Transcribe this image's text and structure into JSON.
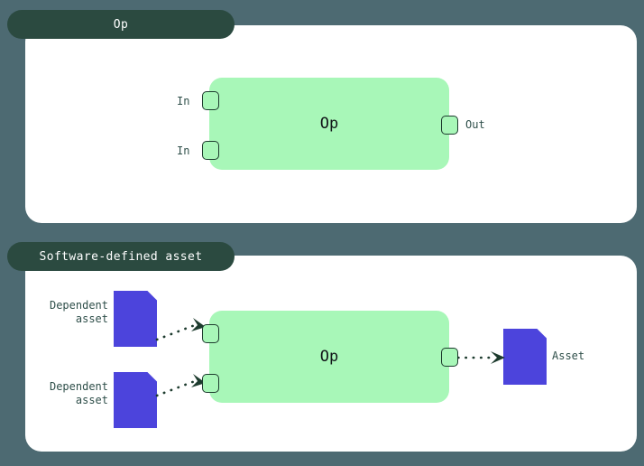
{
  "theme": {
    "background": "#4d6a72",
    "panel_bg": "#ffffff",
    "tab_bg": "#2b4a40",
    "op_node_bg": "#a8f7b8",
    "port_border": "#1d3b2e",
    "asset_fill": "#4c44dc",
    "label_text": "#2f4f4a",
    "tab_text": "#ffffff"
  },
  "panels": [
    {
      "tab_label": "Op",
      "node": {
        "label": "Op",
        "inputs": [
          {
            "label": "In",
            "icon": "port-square-icon"
          },
          {
            "label": "In",
            "icon": "port-square-icon"
          }
        ],
        "outputs": [
          {
            "label": "Out",
            "icon": "port-square-icon"
          }
        ]
      }
    },
    {
      "tab_label": "Software-defined asset",
      "node": {
        "label": "Op",
        "inputs": [
          {
            "label": "Dependent\nasset",
            "icon": "asset-document-icon"
          },
          {
            "label": "Dependent\nasset",
            "icon": "asset-document-icon"
          }
        ],
        "outputs": [
          {
            "label": "Asset",
            "icon": "asset-document-icon"
          }
        ]
      }
    }
  ]
}
